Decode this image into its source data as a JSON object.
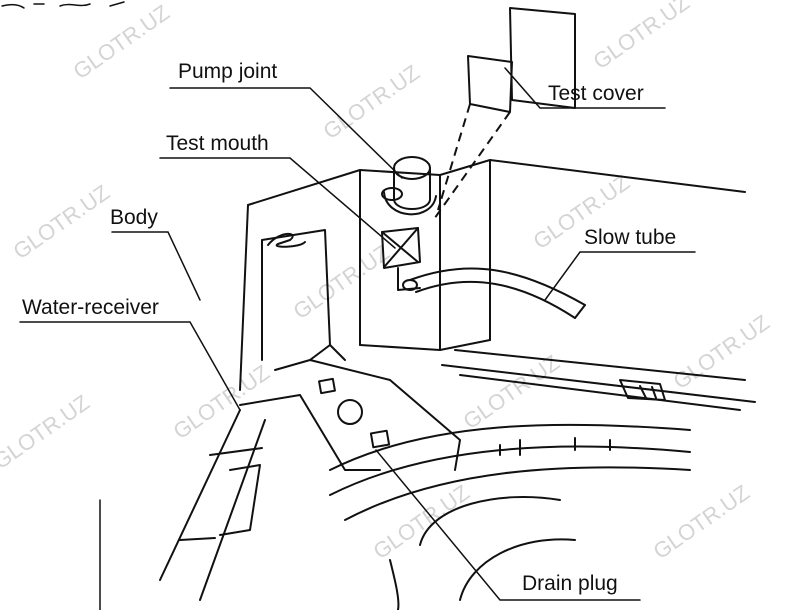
{
  "labels": {
    "pump_joint": "Pump joint",
    "test_cover": "Test cover",
    "test_mouth": "Test mouth",
    "body": "Body",
    "slow_tube": "Slow tube",
    "water_receiver": "Water-receiver",
    "drain_plug": "Drain plug"
  },
  "watermark": "GLOTR.UZ"
}
